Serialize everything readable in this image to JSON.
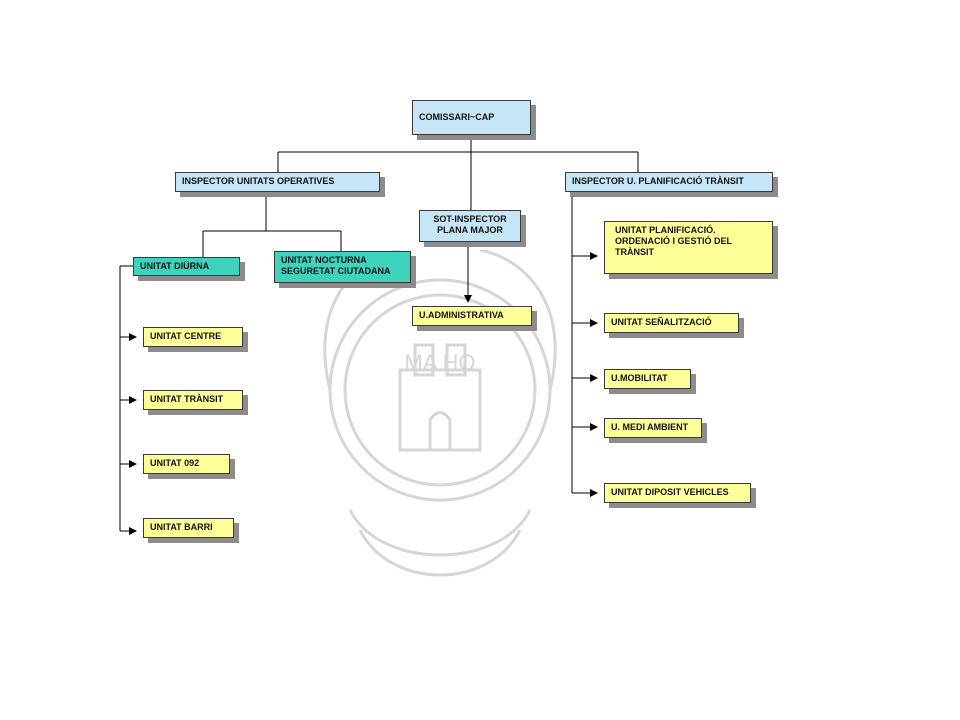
{
  "diagram": {
    "top": {
      "label": "COMISSARI~CAP"
    },
    "inspector_operatives": {
      "label": "INSPECTOR UNITATS OPERATIVES"
    },
    "sot_inspector": {
      "label": "SOT-INSPECTOR\nPLANA MAJOR"
    },
    "inspector_planificacio": {
      "label": "INSPECTOR U. PLANIFICACIÓ  TRÀNSIT"
    },
    "unitat_diurna": {
      "label": "UNITAT  DIÜRNA"
    },
    "unitat_nocturna": {
      "label": "UNITAT  NOCTURNA\nSEGURETAT  CIUTADANA"
    },
    "u_administrativa": {
      "label": "U.ADMINISTRATIVA"
    },
    "diurna_children": [
      {
        "label": "UNITAT   CENTRE"
      },
      {
        "label": "UNITAT   TRÀNSIT"
      },
      {
        "label": "UNITAT  092"
      },
      {
        "label": "UNITAT BARRI"
      }
    ],
    "planificacio_children": [
      {
        "label": "UNITAT PLANIFICACIÓ.\nORDENACIÓ   I   GESTIÓ DEL\nTRÀNSIT"
      },
      {
        "label": "UNITAT SEÑALITZACIÓ"
      },
      {
        "label": "U.MOBILITAT"
      },
      {
        "label": "U. MEDI AMBIENT"
      },
      {
        "label": "UNITAT  DIPOSIT  VEHICLES"
      }
    ]
  },
  "watermark_text": "MA HO"
}
